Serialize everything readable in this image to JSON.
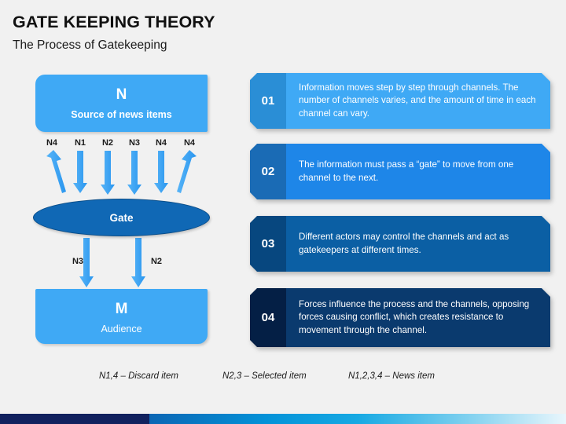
{
  "header": {
    "title": "GATE KEEPING THEORY",
    "subtitle": "The Process of Gatekeeping"
  },
  "diagram": {
    "source_node": {
      "letter": "N",
      "caption": "Source of news items"
    },
    "gate_node": {
      "label": "Gate"
    },
    "audience_node": {
      "letter": "M",
      "caption": "Audience"
    },
    "top_arrow_labels": [
      "N4",
      "N1",
      "N2",
      "N3",
      "N4",
      "N4"
    ],
    "bottom_arrow_labels": [
      "N3",
      "N2"
    ]
  },
  "steps": [
    {
      "number": "01",
      "text": "Information moves step by step through channels. The number of channels varies, and the amount of time in each channel can vary.",
      "badge_color": "#2a8ed6",
      "body_color": "#3fa9f5"
    },
    {
      "number": "02",
      "text": "The information must pass a “gate” to move from one channel to the next.",
      "badge_color": "#1a6bb5",
      "body_color": "#1e86e8"
    },
    {
      "number": "03",
      "text": "Different actors may control the channels and act as gatekeepers at different times.",
      "badge_color": "#07477f",
      "body_color": "#0b5fa4"
    },
    {
      "number": "04",
      "text": "Forces influence the process and the channels, opposing forces causing conflict, which creates resistance to movement through the channel.",
      "badge_color": "#041f45",
      "body_color": "#0a3a6e"
    }
  ],
  "legend": [
    "N1,4 – Discard item",
    "N2,3 – Selected item",
    "N1,2,3,4 – News item"
  ],
  "colors": {
    "background": "#f1f1f1",
    "light_blue": "#3fa9f5",
    "gate_blue": "#1068b5",
    "navy": "#11215e",
    "text_dark": "#1b1b1b"
  }
}
